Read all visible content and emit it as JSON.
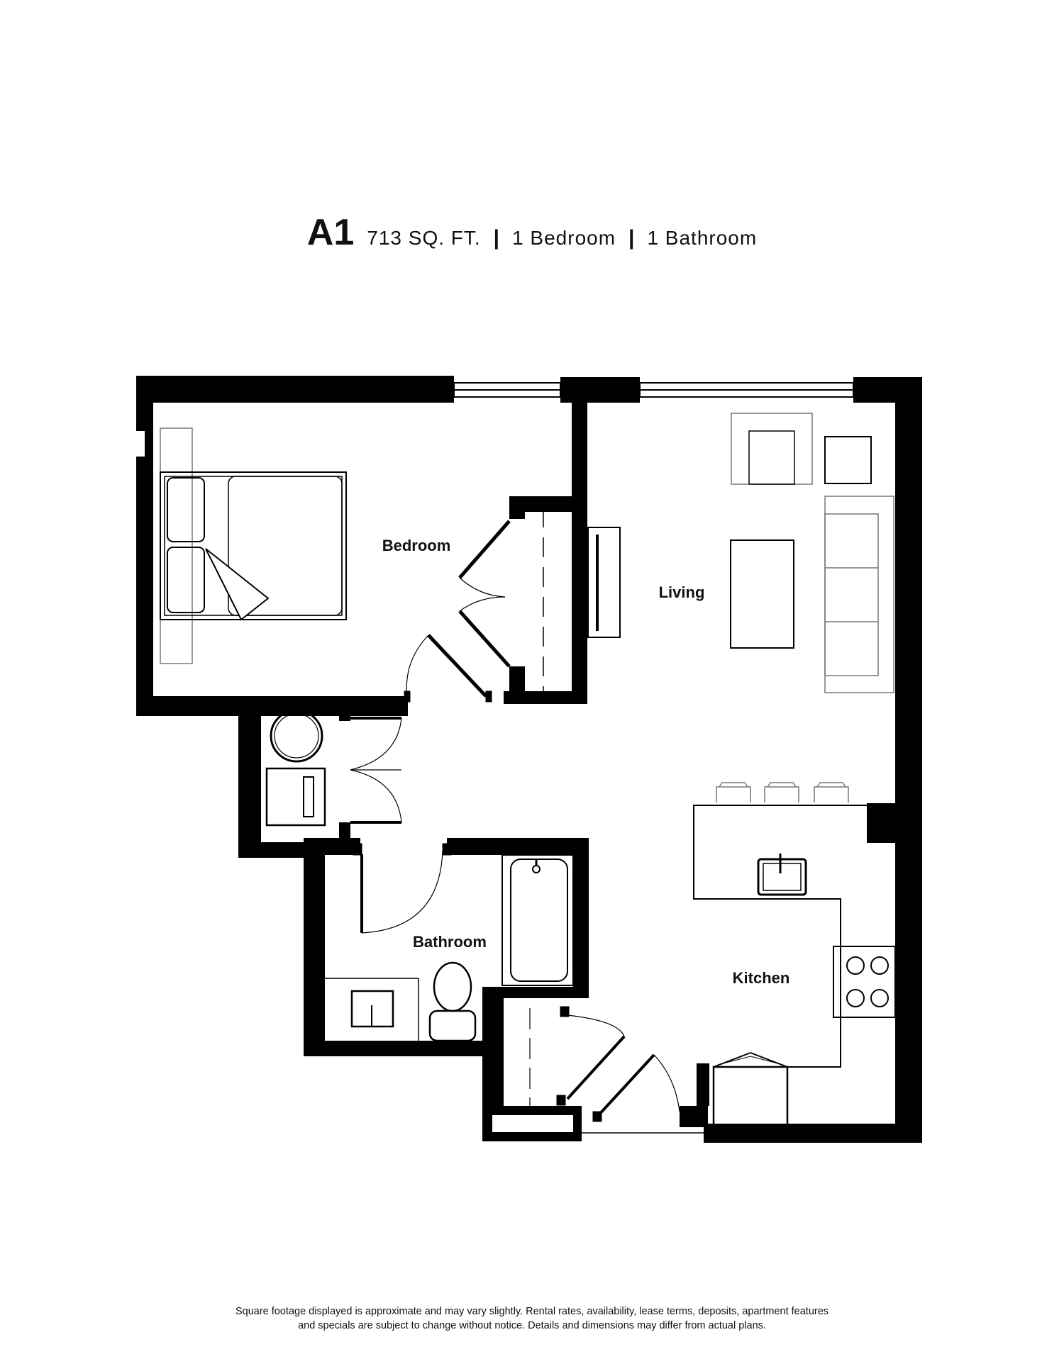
{
  "header": {
    "plan_code": "A1",
    "area": "713 SQ. FT.",
    "separator": "|",
    "bedrooms": "1 Bedroom",
    "bathrooms": "1 Bathroom"
  },
  "rooms": {
    "bedroom": "Bedroom",
    "living": "Living",
    "bathroom": "Bathroom",
    "kitchen": "Kitchen"
  },
  "footer": {
    "line1": "Square footage displayed is approximate and may vary slightly. Rental rates, availability, lease terms, deposits, apartment features",
    "line2": "and specials are subject to change without notice. Details and dimensions may differ from actual plans."
  },
  "colors": {
    "wall": "#000000",
    "fixture_line": "#000000",
    "furniture_line": "#777777",
    "background": "#ffffff"
  }
}
